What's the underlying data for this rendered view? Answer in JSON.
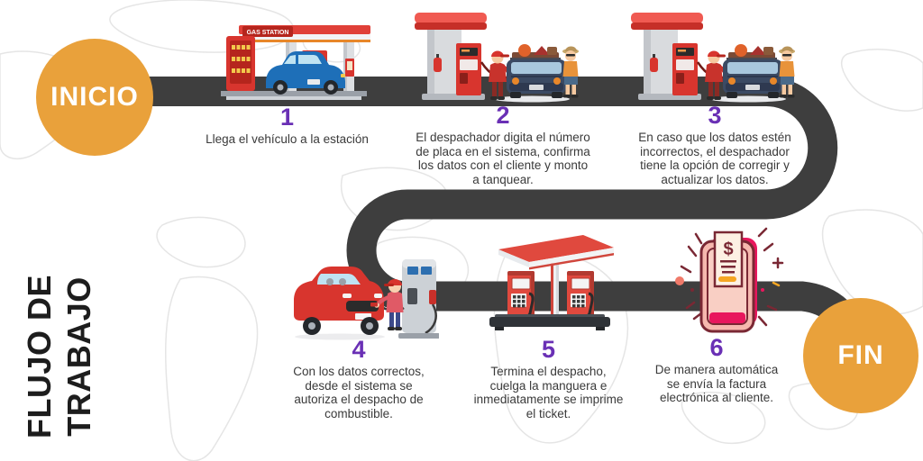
{
  "title": {
    "line1": "FLUJO DE",
    "line2": "TRABAJO"
  },
  "start_label": "INICIO",
  "end_label": "FIN",
  "steps": [
    {
      "number": "1",
      "description": "Llega el vehículo a la estación"
    },
    {
      "number": "2",
      "description": "El despachador digita el número\nde placa en el sistema, confirma\nlos datos con el cliente y monto\na tanquear."
    },
    {
      "number": "3",
      "description": "En caso que los datos estén\nincorrectos, el despachador\ntiene la opción de corregir y\nactualizar los datos."
    },
    {
      "number": "4",
      "description": "Con los datos correctos,\ndesde el sistema se\nautoriza el despacho de\ncombustible."
    },
    {
      "number": "5",
      "description": "Termina el despacho,\ncuelga la manguera e\ninmediatamente se imprime\nel ticket."
    },
    {
      "number": "6",
      "description": "De manera automática\nse envía la factura\nelectrónica al cliente."
    }
  ],
  "illustrations": {
    "gas_station_sign": "GAS STATION",
    "invoice_currency": "$"
  },
  "colors": {
    "accent_orange": "#E9A13B",
    "road": "#3E3E3E",
    "step_number_purple": "#6A30B5",
    "step_text": "#3A3A3A",
    "map_outline": "#E5E5E5"
  }
}
